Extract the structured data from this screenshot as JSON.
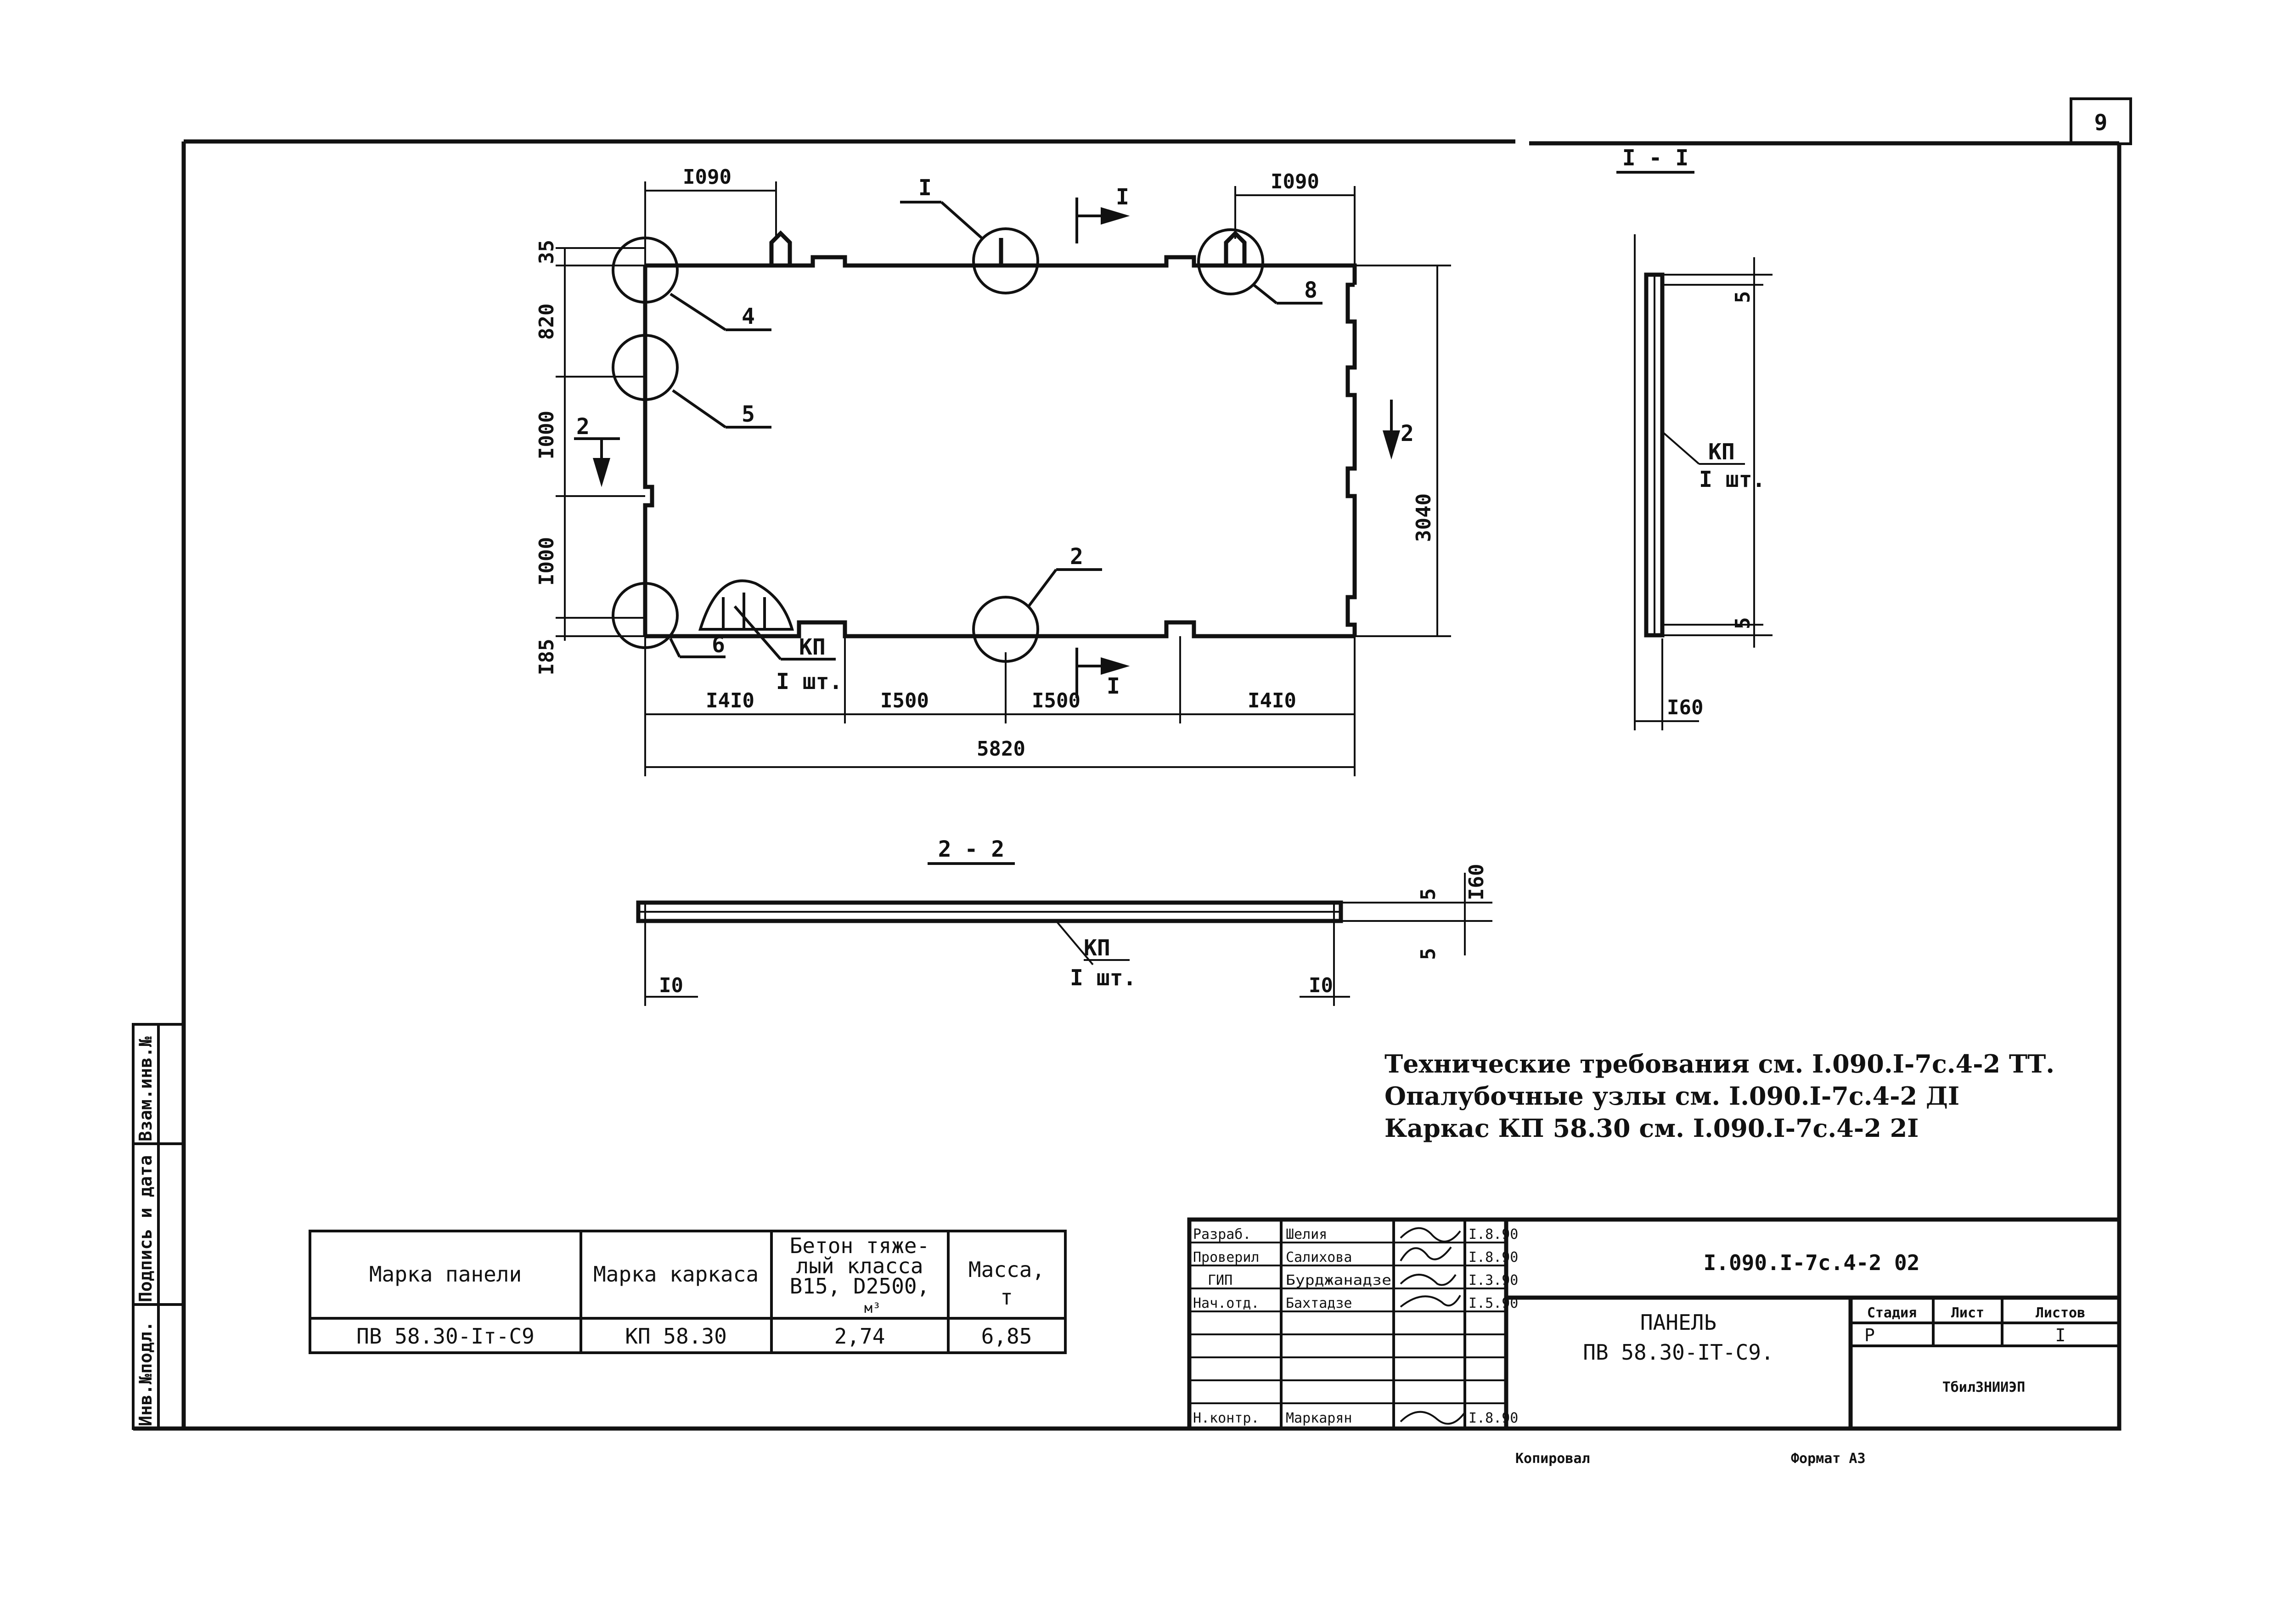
{
  "sheet": {
    "number": "9"
  },
  "plan": {
    "dims_top": [
      "I090",
      "I090"
    ],
    "dims_left": [
      "35",
      "820",
      "I000",
      "I000",
      "I85"
    ],
    "dim_right": "3040",
    "dims_bottom": [
      "I4I0",
      "I500",
      "I500",
      "I4I0"
    ],
    "dim_total": "5820",
    "callouts": [
      "I",
      "4",
      "5",
      "8",
      "2",
      "6"
    ],
    "section_marks": [
      "I",
      "I",
      "2",
      "2"
    ],
    "frame_label": "КП",
    "frame_qty": "I шт."
  },
  "section_1_1": {
    "title": "I - I",
    "dims": [
      "5",
      "5",
      "I60"
    ],
    "frame_label": "КП",
    "frame_qty": "I шт."
  },
  "section_2_2": {
    "title": "2 - 2",
    "dims": [
      "5",
      "5",
      "I60",
      "I0",
      "I0"
    ],
    "frame_label": "КП",
    "frame_qty": "I шт."
  },
  "notes": [
    "Технические требования см. I.090.I-7с.4-2 ТТ.",
    "Опалубочные узлы см. I.090.I-7с.4-2 ДI",
    "Каркас КП 58.30 см. I.090.I-7с.4-2 2I"
  ],
  "spec_table": {
    "headers": [
      "Марка панели",
      "Марка каркаса",
      "Бетон тяже-",
      "лый класса",
      "В15, D2500,",
      "м³",
      "Масса,",
      "т"
    ],
    "row": [
      "ПВ 58.30-Iт-С9",
      "КП 58.30",
      "2,74",
      "6,85"
    ]
  },
  "side_stamp": [
    "Инв.№подл.",
    "Подпись и дата",
    "Взам.инв.№"
  ],
  "title_block": {
    "roles": [
      "Разраб.",
      "Проверил",
      "ГИП",
      "Нач.отд.",
      "Н.контр."
    ],
    "names": [
      "Шелия",
      "Салихова",
      "Бурджанадзе",
      "Бахтадзе",
      "Маркарян"
    ],
    "dates": [
      "I.8.90",
      "I.8.90",
      "I.3.90",
      "I.5.90",
      "I.8.90"
    ],
    "code": "I.090.I-7с.4-2 02",
    "title_line1": "ПАНЕЛЬ",
    "title_line2": "ПВ 58.30-IТ-С9.",
    "stage_header": "Стадия",
    "sheet_header": "Лист",
    "sheets_header": "Листов",
    "stage": "Р",
    "sheets": "I",
    "org": "ТбилЗНИИЭП"
  },
  "footer": {
    "copied": "Копировал",
    "format": "Формат А3"
  }
}
